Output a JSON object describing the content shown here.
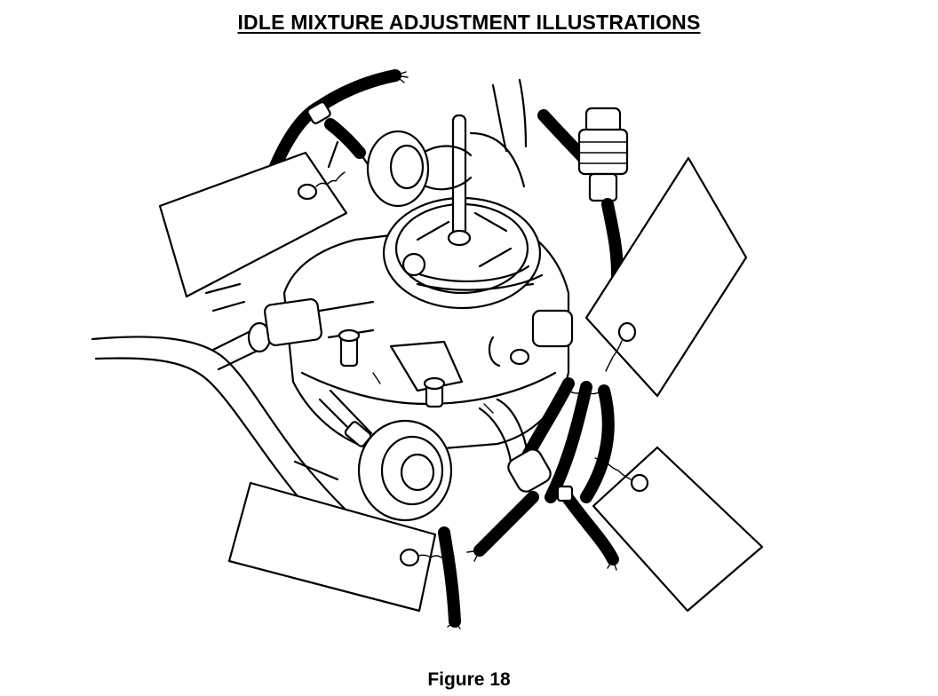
{
  "header": {
    "title": "IDLE MIXTURE ADJUSTMENT ILLUSTRATIONS"
  },
  "figure": {
    "caption": "Figure 18",
    "subject": "carburetor with tagged vacuum hoses"
  }
}
